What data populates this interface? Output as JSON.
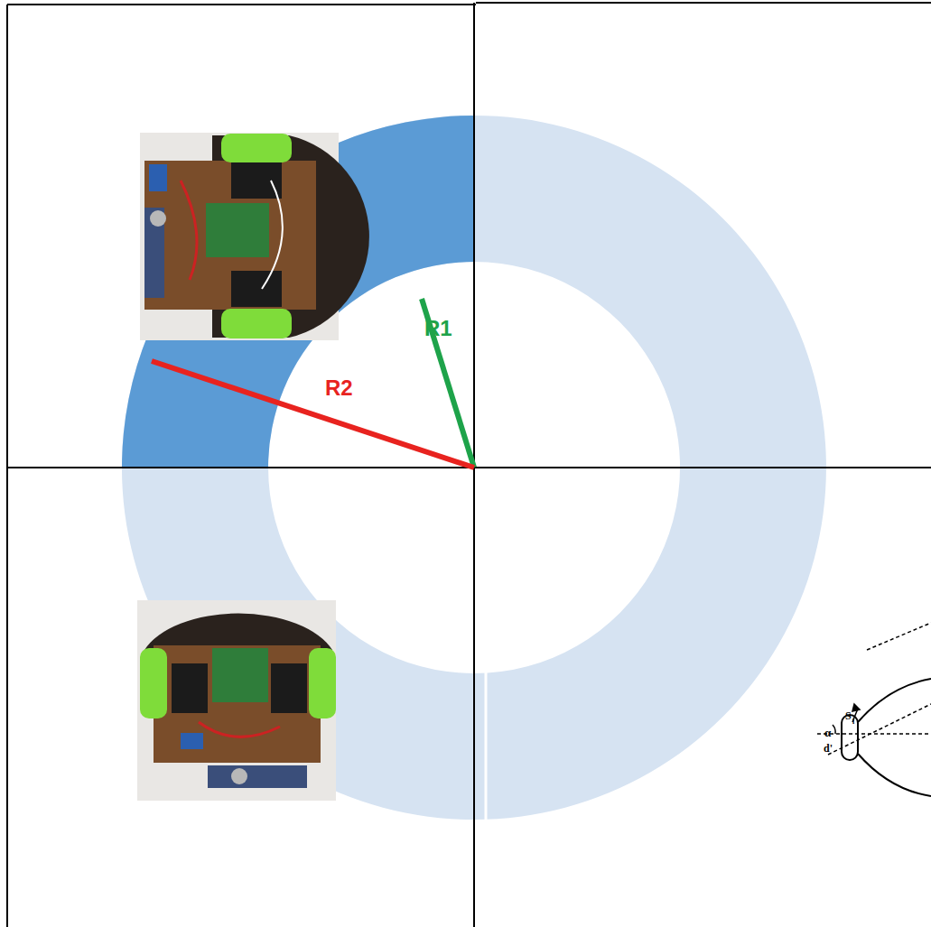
{
  "diagram": {
    "labels": [
      "R1",
      "R2",
      "S",
      "l",
      "α",
      "d'"
    ]
  }
}
